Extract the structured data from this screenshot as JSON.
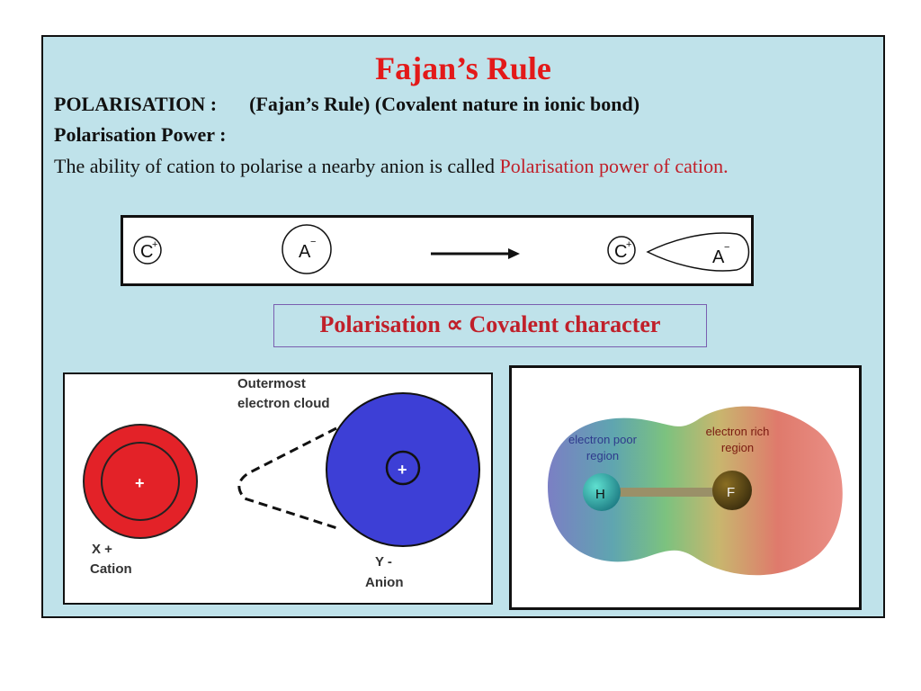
{
  "slide": {
    "title": "Fajan’s Rule",
    "line1_label": "POLARISATION :",
    "line1_detail": "(Fajan’s Rule) (Covalent nature in ionic bond)",
    "line2": "Polarisation Power :",
    "para_text": "The ability of cation to polarise a nearby anion is called ",
    "para_highlight": "Polarisation power of cation.",
    "relation": "Polarisation ∝ Covalent character"
  },
  "ion_diagram": {
    "cation_symbol": "C",
    "cation_charge": "+",
    "anion_symbol": "A",
    "anion_charge": "−"
  },
  "cloud_figure": {
    "label_outer_1": "Outermost",
    "label_outer_2": "electron cloud",
    "cation_plus": "+",
    "anion_plus": "+",
    "cation_symbol": "X +",
    "cation_label": "Cation",
    "anion_symbol": "Y -",
    "anion_label": "Anion",
    "colors": {
      "cation": "#e32228",
      "anion": "#3d3fd6"
    }
  },
  "map_figure": {
    "poor_1": "electron poor",
    "poor_2": "region",
    "rich_1": "electron rich",
    "rich_2": "region",
    "atom_h": "H",
    "atom_f": "F"
  },
  "colors": {
    "slide_bg": "#bfe2ea",
    "title": "#e31919",
    "highlight": "#c0202a"
  }
}
